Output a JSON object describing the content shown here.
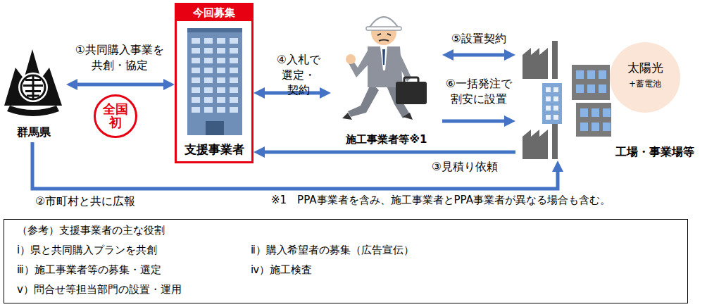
{
  "diagram": {
    "nodes": [
      {
        "text": [
          "群馬県"
        ]
      },
      {
        "text": [
          "今回募集",
          "支援事業者"
        ]
      },
      {
        "text": [
          "全国 初"
        ]
      },
      {
        "text": [
          "施工事業者等※1"
        ]
      },
      {
        "text": [
          "工場・事業場等"
        ]
      },
      {
        "text": [
          "太陽光",
          "+蓄電池"
        ]
      },
      {
        "text": [
          "（参考）支援事業者の主な役割",
          "ⅰ）県と共同購入プランを共創",
          "ⅱ）購入希望者の募集（広告宣伝）",
          "ⅲ）施工事業者等の募集・選定",
          "ⅳ）施工検査",
          "ⅴ）問合せ等担当部門の設置・運用"
        ]
      }
    ],
    "edges": [
      {
        "from": 0,
        "to": 1,
        "label": "①共同購入事業を 共創・協定",
        "arrow": "both"
      },
      {
        "from": 0,
        "to": 4,
        "label": "②市町村と共に広報",
        "arrow": "to"
      },
      {
        "from": 4,
        "to": 1,
        "label": "③見積り依頼",
        "arrow": "to"
      },
      {
        "from": 1,
        "to": 3,
        "label": "④入札で 選定・契約",
        "arrow": "both"
      },
      {
        "from": 3,
        "to": 4,
        "label": "⑤設置契約",
        "arrow": "both"
      },
      {
        "from": 3,
        "to": 4,
        "label": "⑥一括発注で 割安に設置",
        "arrow": "to"
      }
    ],
    "labels": [
      "※1　PPA事業者を含み、施工事業者とPPA事業者が異なる場合も含む。"
    ]
  }
}
